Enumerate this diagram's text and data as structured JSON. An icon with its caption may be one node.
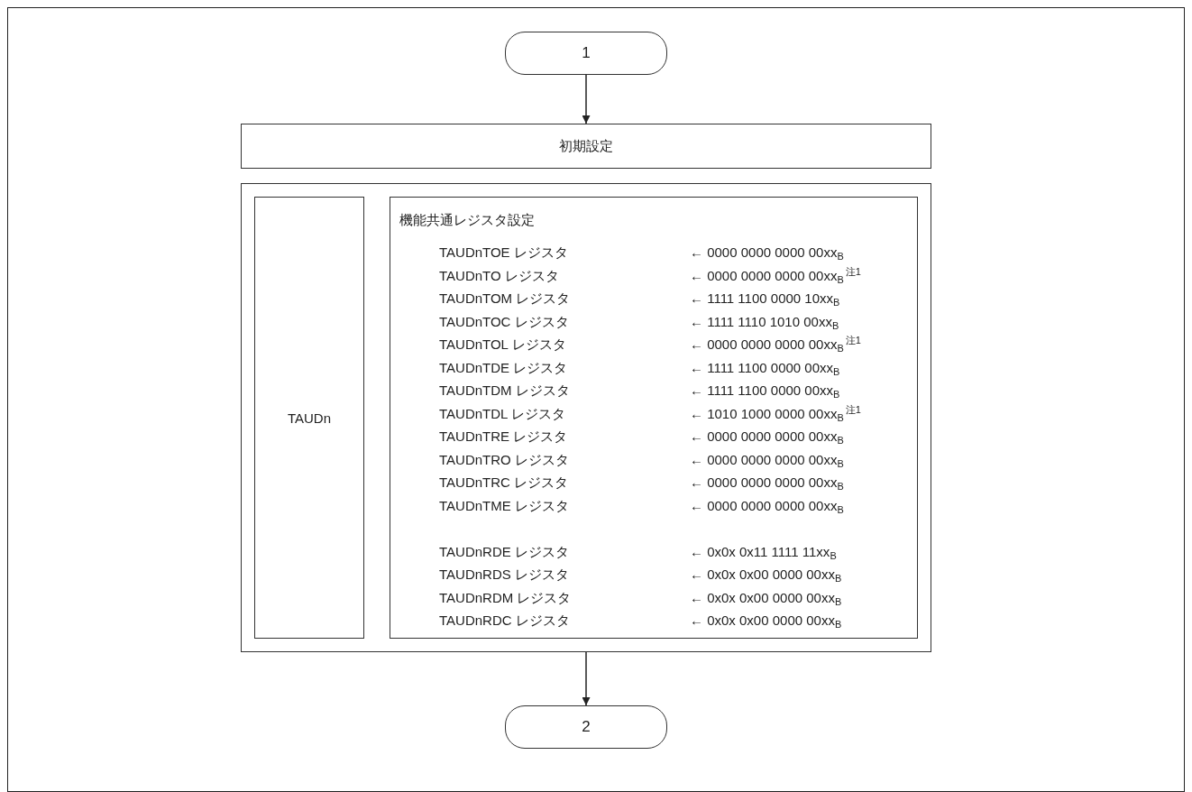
{
  "diagram": {
    "nodes": [
      {
        "text": [
          "1"
        ]
      },
      {
        "text": [
          "初期設定"
        ]
      },
      {
        "text": [],
        "shape": "box"
      },
      {
        "text": [
          "TAUDn"
        ],
        "in": 2
      },
      {
        "text": [
          "機能共通レジスタ設定"
        ],
        "in": 2
      },
      {
        "text": [
          "2"
        ]
      }
    ],
    "edges": [
      {
        "from": 0,
        "to": 1,
        "arrow": "to"
      },
      {
        "from": 2,
        "to": 5,
        "arrow": "to"
      }
    ],
    "labels": [
      "TAUDnTOE レジスタ",
      "← 0000 0000 0000 00xx$_{B}$",
      "TAUDnTO レジスタ",
      "← 0000 0000 0000 00xx$_{B}$$^{注1}$",
      "TAUDnTOM レジスタ",
      "← 1111 1100 0000 10xx$_{B}$",
      "TAUDnTOC レジスタ",
      "← 1111 1110 1010 00xx$_{B}$",
      "TAUDnTOL レジスタ",
      "← 0000 0000 0000 00xx$_{B}$$^{注1}$",
      "TAUDnTDE レジスタ",
      "← 1111 1100 0000 00xx$_{B}$",
      "TAUDnTDM レジスタ",
      "← 1111 1100 0000 00xx$_{B}$",
      "TAUDnTDL レジスタ",
      "← 1010 1000 0000 00xx$_{B}$$^{注1}$",
      "TAUDnTRE レジスタ",
      "← 0000 0000 0000 00xx$_{B}$",
      "TAUDnTRO レジスタ",
      "← 0000 0000 0000 00xx$_{B}$",
      "TAUDnTRC レジスタ",
      "← 0000 0000 0000 00xx$_{B}$",
      "TAUDnTME レジスタ",
      "← 0000 0000 0000 00xx$_{B}$",
      "TAUDnRDE レジスタ",
      "← 0x0x 0x11 1111 11xx$_{B}$",
      "TAUDnRDS レジスタ",
      "← 0x0x 0x00 0000 00xx$_{B}$",
      "TAUDnRDM レジスタ",
      "← 0x0x 0x00 0000 00xx$_{B}$",
      "TAUDnRDC レジスタ",
      "← 0x0x 0x00 0000 00xx$_{B}$"
    ]
  }
}
